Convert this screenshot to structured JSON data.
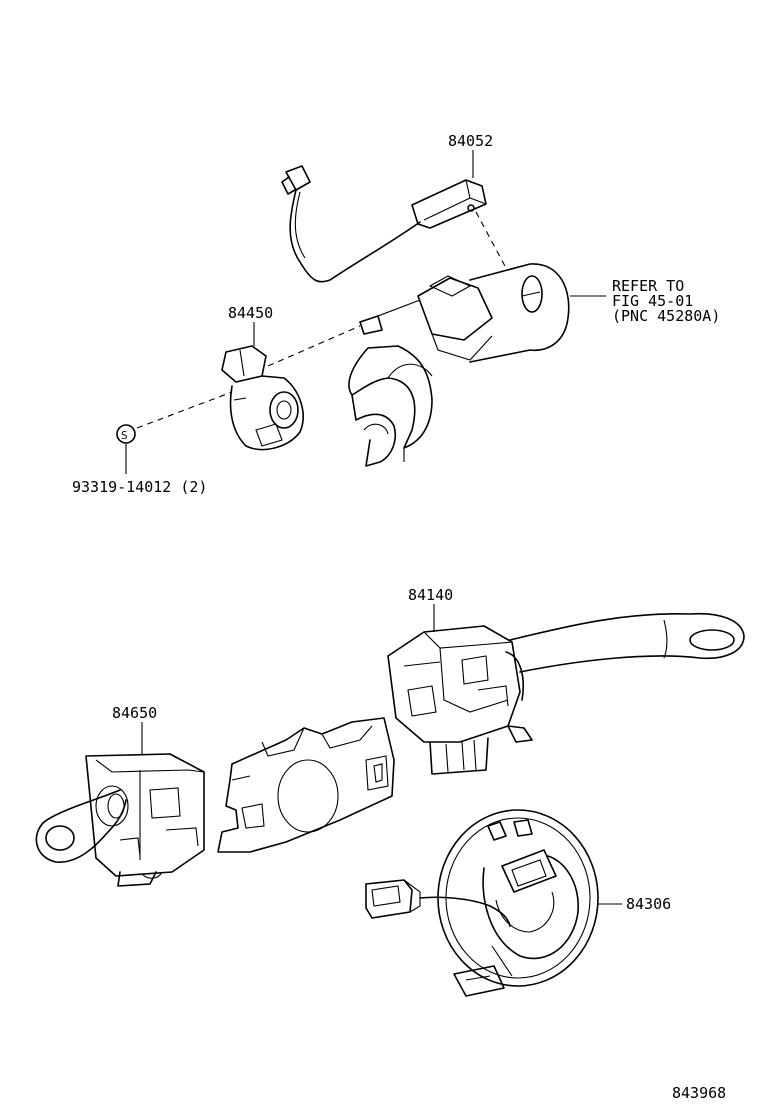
{
  "parts": {
    "p84052": "84052",
    "p84450": "84450",
    "p93319": "93319-14012 (2)",
    "refer_line1": "REFER TO",
    "refer_line2": "FIG 45-01",
    "refer_line3": "(PNC 45280A)",
    "p84140": "84140",
    "p84650": "84650",
    "p84306": "84306",
    "s_symbol": "S"
  },
  "figure_number": "843968"
}
